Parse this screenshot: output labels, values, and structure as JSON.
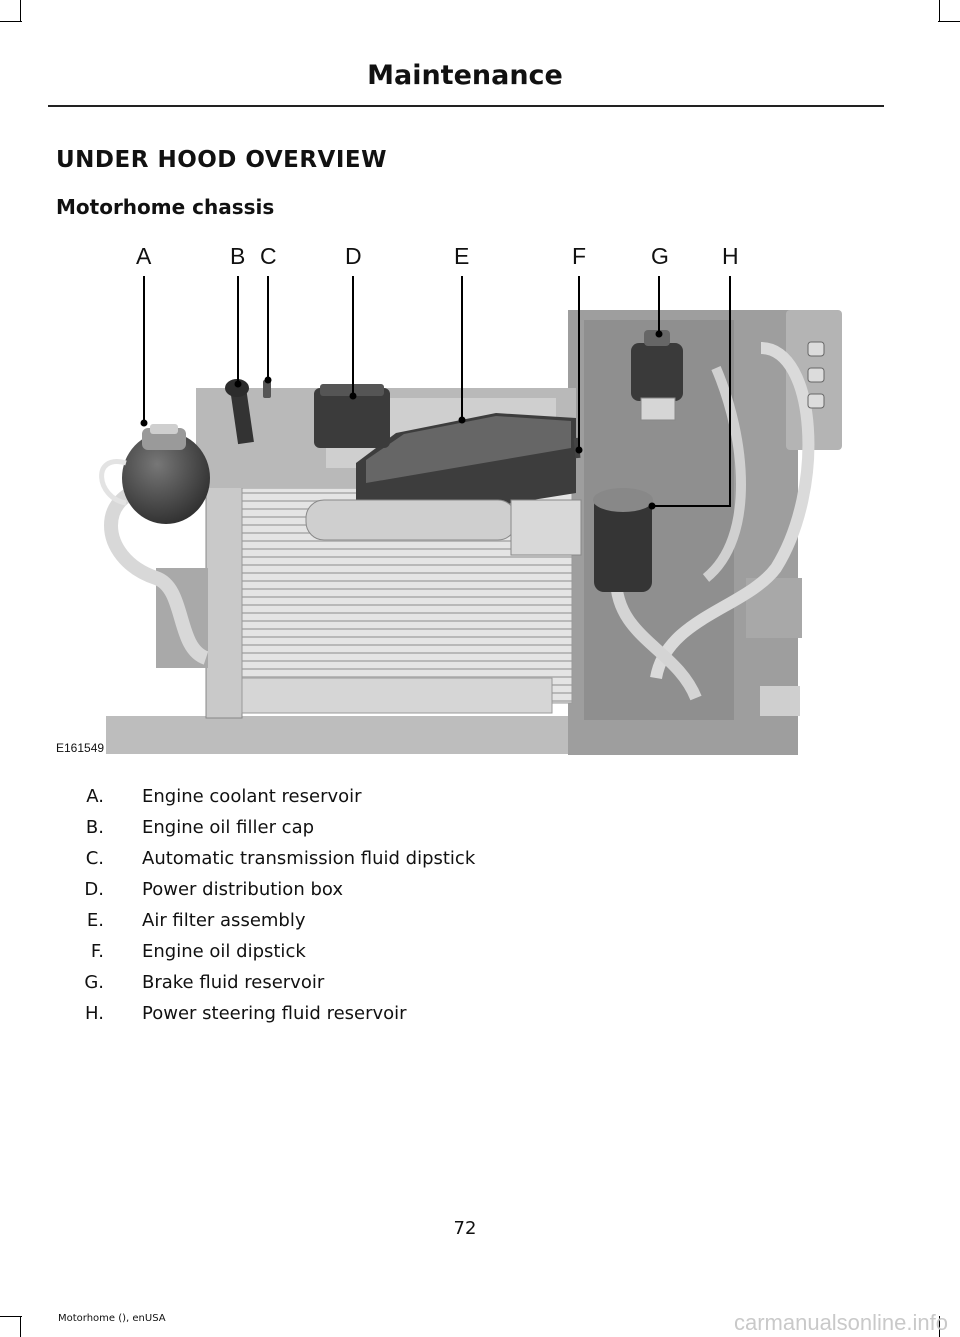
{
  "header": {
    "title": "Maintenance"
  },
  "section": {
    "title": "UNDER HOOD OVERVIEW",
    "subtitle": "Motorhome chassis"
  },
  "figure": {
    "id_label": "E161549",
    "callouts": [
      "A",
      "B",
      "C",
      "D",
      "E",
      "F",
      "G",
      "H"
    ]
  },
  "legend": [
    {
      "letter": "A.",
      "text": "Engine coolant reservoir"
    },
    {
      "letter": "B.",
      "text": "Engine oil filler cap"
    },
    {
      "letter": "C.",
      "text": "Automatic transmission fluid dipstick"
    },
    {
      "letter": "D.",
      "text": "Power distribution box"
    },
    {
      "letter": "E.",
      "text": "Air filter assembly"
    },
    {
      "letter": "F.",
      "text": "Engine oil dipstick"
    },
    {
      "letter": "G.",
      "text": "Brake fluid reservoir"
    },
    {
      "letter": "H.",
      "text": "Power steering fluid reservoir"
    }
  ],
  "page_number": "72",
  "footer": {
    "text": "Motorhome (), enUSA"
  },
  "watermark": {
    "text": "carmanualsonline.info"
  }
}
